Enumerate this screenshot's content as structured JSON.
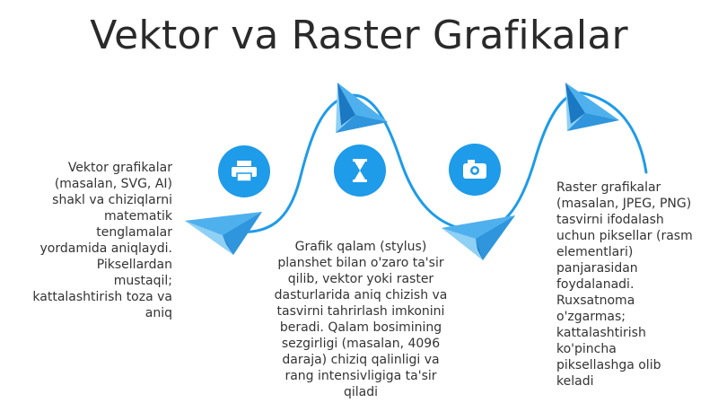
{
  "title": "Vektor va Raster Grafikalar",
  "colors": {
    "accent": "#1e9be9",
    "arrow_light": "#7fc8f3",
    "arrow_mid": "#3fa9ec",
    "arrow_dark": "#1478c8",
    "text": "#333333"
  },
  "icons": [
    {
      "name": "printer-icon"
    },
    {
      "name": "hourglass-icon"
    },
    {
      "name": "camera-icon"
    }
  ],
  "blocks": {
    "left": "Vektor grafikalar\n(masalan, SVG, AI)\nshakl va chiziqlarni\nmatematik\ntenglamalar\nyordamida aniqlaydi.\nPiksellardan\nmustaqil;\nkattalashtirish toza va\naniq",
    "center": "Grafik qalam (stylus)\nplanshet bilan o'zaro ta'sir\nqilib, vektor yoki raster\ndasturlarida aniq chizish va\ntasvirni tahrirlash imkonini\nberadi. Qalam bosimining\nsezgirligi (masalan, 4096\ndaraja) chiziq qalinligi va\nrang intensivligiga ta'sir\nqiladi",
    "right": "Raster grafikalar\n(masalan, JPEG, PNG)\ntasvirni ifodalash\nuchun piksellar (rasm\nelementlari)\npanjarasidan\nfoydalanadi.\nRuxsatnoma\no'zgarmas;\nkattalashtirish\nko'pincha\npiksellashga olib\nkeladi"
  }
}
